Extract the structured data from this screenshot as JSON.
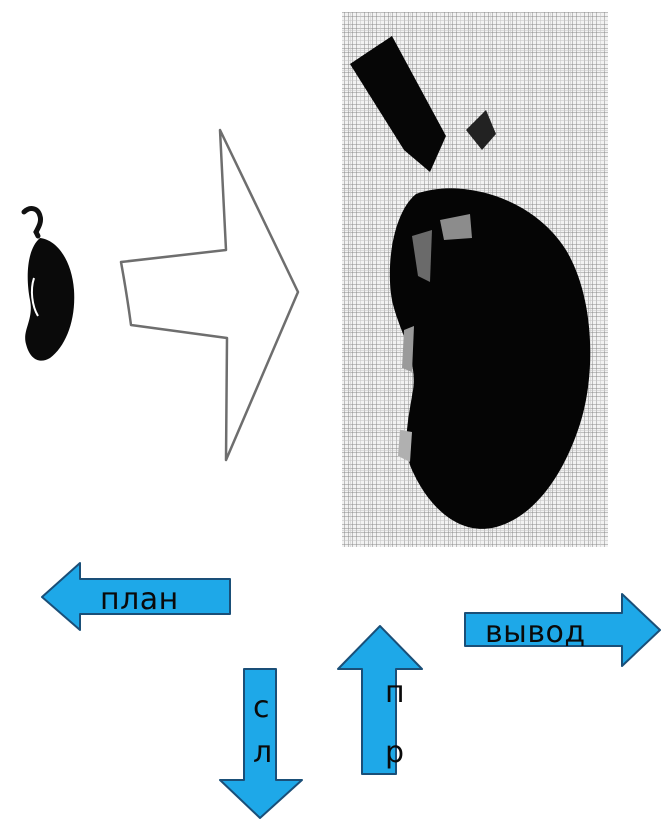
{
  "arrows": {
    "plan": {
      "label": "план",
      "color": "#1ea8e8"
    },
    "vyvod": {
      "label": "вывод",
      "color": "#1ea8e8"
    },
    "down": {
      "letters": [
        "с",
        "л"
      ],
      "color": "#1ea8e8"
    },
    "up": {
      "letters": [
        "п",
        "р"
      ],
      "color": "#1ea8e8"
    }
  },
  "images": {
    "small_apple": "apple-silhouette",
    "big_arrow": "outline-right-arrow",
    "pixel_apple": "pixelated-apple-grid"
  }
}
